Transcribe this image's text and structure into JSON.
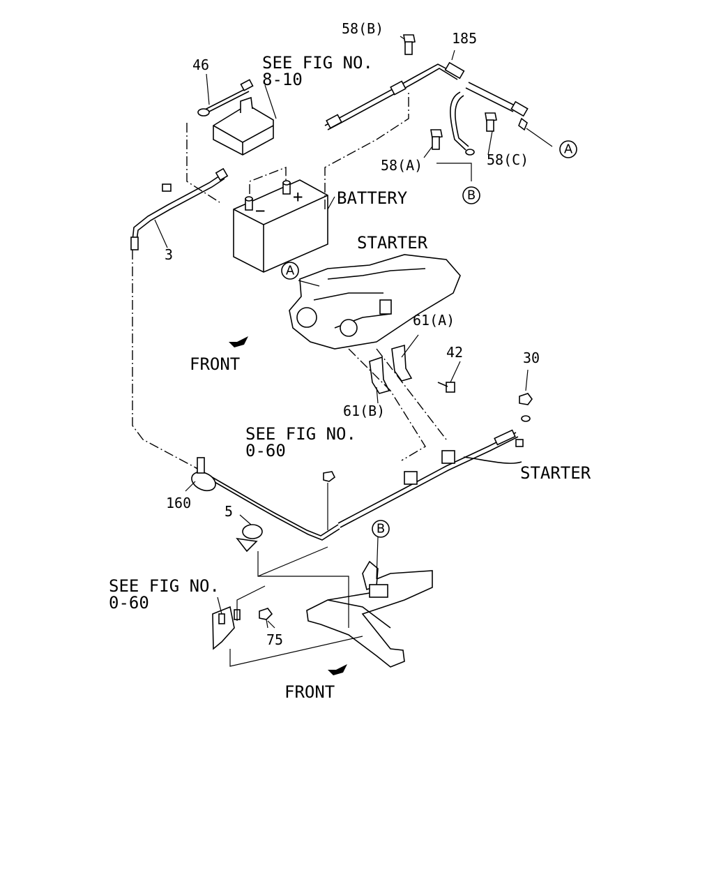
{
  "labels": {
    "p58b": "58(B)",
    "p185": "185",
    "p46": "46",
    "see_fig_1": "SEE FIG NO.",
    "fig_8_10": "8-10",
    "callout_a": "A",
    "p58a": "58(A)",
    "p58c": "58(C)",
    "callout_b": "B",
    "battery": "BATTERY",
    "plus": "+",
    "minus": "−",
    "p3": "3",
    "starter_top": "STARTER",
    "p61a": "61(A)",
    "p42": "42",
    "front_1": "FRONT",
    "p61b": "61(B)",
    "p30": "30",
    "see_fig_2": "SEE FIG NO.",
    "fig_0_60_a": "0-60",
    "starter_side": "STARTER",
    "p160": "160",
    "p5": "5",
    "see_fig_3": "SEE FIG NO.",
    "fig_0_60_b": "0-60",
    "p75": "75",
    "front_2": "FRONT"
  }
}
